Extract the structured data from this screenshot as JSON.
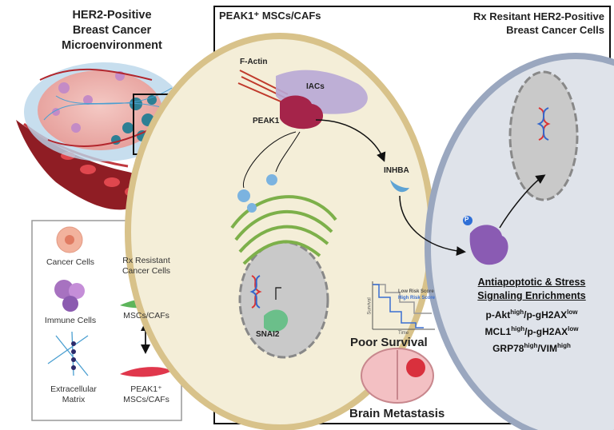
{
  "left_title": [
    "HER2-Positive",
    "Breast Cancer",
    "Microenvironment"
  ],
  "legend": {
    "cancer_cells": "Cancer Cells",
    "rx_resistant": [
      "Rx Resistant",
      "Cancer Cells"
    ],
    "immune_cells": "Immune Cells",
    "mscs_cafs": "MSCs/CAFs",
    "ecm": [
      "Extracellular",
      "Matrix"
    ],
    "peak1_mscs": [
      "PEAK1⁺",
      "MSCs/CAFs"
    ]
  },
  "panel": {
    "left_title": "PEAK1⁺ MSCs/CAFs",
    "right_title": [
      "Rx Resitant HER2-Positive",
      "Breast Cancer Cells"
    ]
  },
  "labels": {
    "f_actin": "F-Actin",
    "iacs": "IACs",
    "peak1": "PEAK1",
    "inhba": "INHBA",
    "snai2": "SNAI2",
    "p": "P"
  },
  "survival": {
    "legend_low": "Low Risk Score",
    "legend_high": "High Risk Score",
    "ylabel": "Survival",
    "xlabel": "Time",
    "title": "Poor Survival"
  },
  "brain": "Brain Metastasis",
  "enrichments": {
    "title": [
      "Antiapoptotic & Stress",
      "Signaling Enrichments"
    ],
    "lines": [
      {
        "a": "p-Akt",
        "as": "high",
        "b": "/p-gH2AX",
        "bs": "low"
      },
      {
        "a": "MCL1",
        "as": "high",
        "b": "/p-gH2AX",
        "bs": "low"
      },
      {
        "a": "GRP78",
        "as": "high",
        "b": "/VIM",
        "bs": "high"
      }
    ]
  },
  "colors": {
    "cell_fill": "#f4eed8",
    "cell_border": "#d8c28a",
    "nucleus": "#c9c9c9",
    "cancer_cell": "#dfe3ea",
    "cancer_border": "#9aa7bf",
    "peak1": "#a5244a",
    "iac": "#b8a7d6",
    "enrichment_protein": "#8a5bb3",
    "inhba": "#5ea3d4",
    "snai2": "#6bbf8a",
    "er": "#7db04a"
  }
}
